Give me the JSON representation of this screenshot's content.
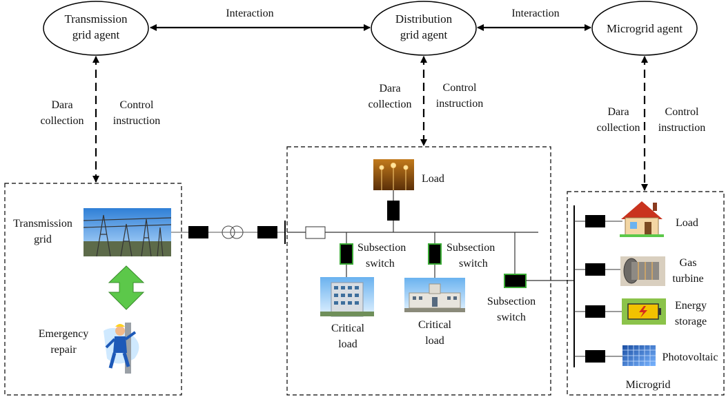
{
  "agents": {
    "transmission": [
      "Transmission",
      "grid agent"
    ],
    "distribution": [
      "Distribution",
      "grid agent"
    ],
    "microgrid": [
      "Microgrid agent"
    ]
  },
  "interaction_left": "Interaction",
  "interaction_right": "Interaction",
  "links": {
    "transmission": {
      "data": [
        "Dara",
        "collection"
      ],
      "control": [
        "Control instruction"
      ]
    },
    "distribution": {
      "data": [
        "Dara",
        "collection"
      ],
      "control": [
        "Control",
        "instruction"
      ]
    },
    "microgrid": {
      "data": [
        "Dara",
        "collection"
      ],
      "control": [
        "Control",
        "instruction"
      ]
    }
  },
  "transmission_box": {
    "grid_label": [
      "Transmission",
      "grid"
    ],
    "repair_label": [
      "Emergency",
      "repair"
    ]
  },
  "distribution_box": {
    "load_label": "Load",
    "subsection_switch": [
      "Subsection",
      "switch"
    ],
    "critical_load": [
      "Critical",
      "load"
    ]
  },
  "microgrid_box": {
    "load_label": "Load",
    "gas_turbine": [
      "Gas",
      "turbine"
    ],
    "energy_storage": [
      "Energy",
      "storage"
    ],
    "photovoltaic": "Photovoltaic",
    "title": "Microgrid"
  },
  "colors": {
    "switch_green": "#3aaa35",
    "arrow_green": "#5cc84a",
    "battery_yellow": "#f2c200",
    "switch_black": "#000000"
  }
}
